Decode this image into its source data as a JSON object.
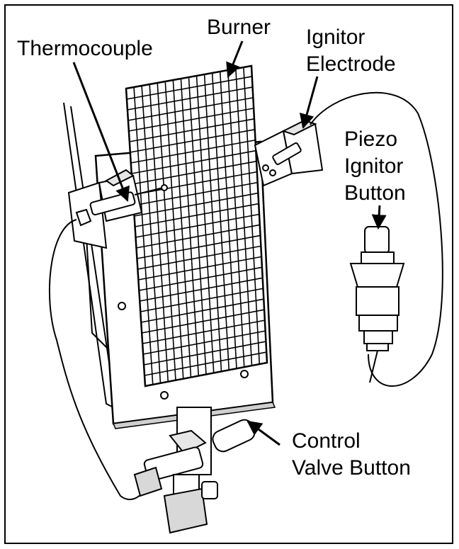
{
  "labels": {
    "burner": "Burner",
    "thermocouple": "Thermocouple",
    "ignitor_electrode_line1": "Ignitor",
    "ignitor_electrode_line2": "Electrode",
    "piezo_line1": "Piezo",
    "piezo_line2": "Ignitor",
    "piezo_line3": "Button",
    "control_valve_line1": "Control",
    "control_valve_line2": "Valve Button"
  },
  "colors": {
    "ink": "#000000",
    "paper": "#ffffff",
    "shade": "#d8d8d8"
  }
}
